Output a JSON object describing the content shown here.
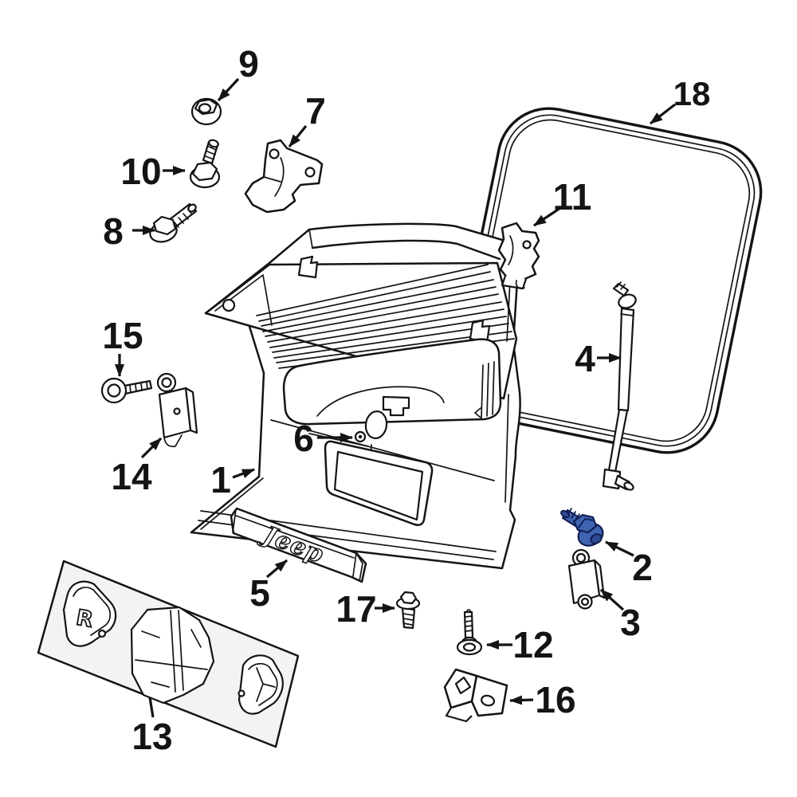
{
  "diagram": {
    "background_color": "#ffffff",
    "line_color": "#141414",
    "highlight_fill": "#3f63b0",
    "highlight_dark": "#2c4890",
    "highlight_stroke": "#0d1b4c",
    "brand_text": "Jeep",
    "panel_marking": "R",
    "callouts": {
      "c1": "1",
      "c2": "2",
      "c3": "3",
      "c4": "4",
      "c5": "5",
      "c6": "6",
      "c7": "7",
      "c8": "8",
      "c9": "9",
      "c10": "10",
      "c11": "11",
      "c12": "12",
      "c13": "13",
      "c14": "14",
      "c15": "15",
      "c16": "16",
      "c17": "17",
      "c18": "18"
    }
  }
}
